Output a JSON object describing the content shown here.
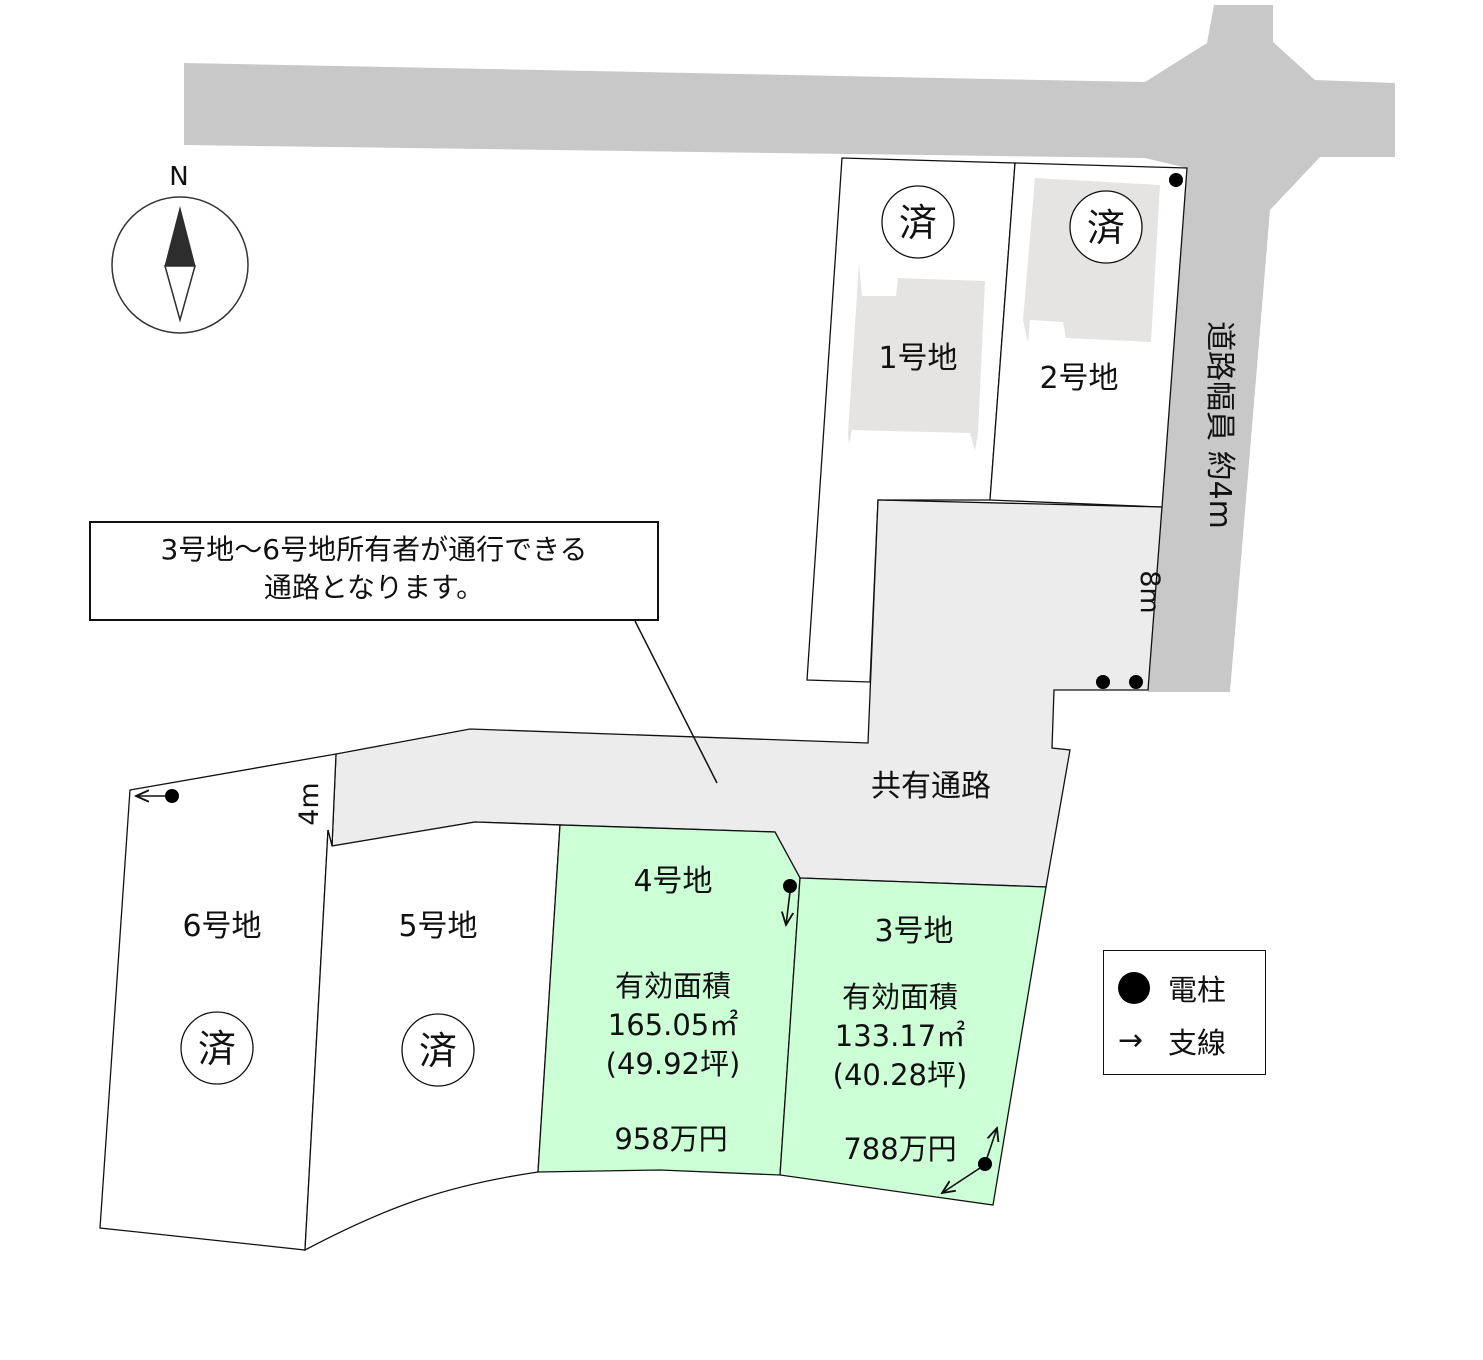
{
  "north_label": "N",
  "road_label": "道路幅員 約4m",
  "shared_road_label": "共有通路",
  "dimension_8m": "8m",
  "dimension_4m": "4m",
  "sold_mark": "済",
  "callout": {
    "line1": "3号地～6号地所有者が通行できる",
    "line2": "通路となります。"
  },
  "lots": [
    {
      "id": "lot1",
      "label": "1号地",
      "status": "sold"
    },
    {
      "id": "lot2",
      "label": "2号地",
      "status": "sold"
    },
    {
      "id": "lot3",
      "label": "3号地",
      "status": "available",
      "area_title": "有効面積",
      "area_m2": "133.17㎡",
      "area_tsubo": "(40.28坪)",
      "price": "788万円"
    },
    {
      "id": "lot4",
      "label": "4号地",
      "status": "available",
      "area_title": "有効面積",
      "area_m2": "165.05㎡",
      "area_tsubo": "(49.92坪)",
      "price": "958万円"
    },
    {
      "id": "lot5",
      "label": "5号地",
      "status": "sold"
    },
    {
      "id": "lot6",
      "label": "6号地",
      "status": "sold"
    }
  ],
  "legend": {
    "pole_label": "電柱",
    "guy_wire_label": "支線"
  },
  "colors": {
    "road": "#c8c8c8",
    "shared_road": "#ececec",
    "available_lot": "#ccffd6",
    "building": "#e6e3e3",
    "outline": "#111111"
  }
}
